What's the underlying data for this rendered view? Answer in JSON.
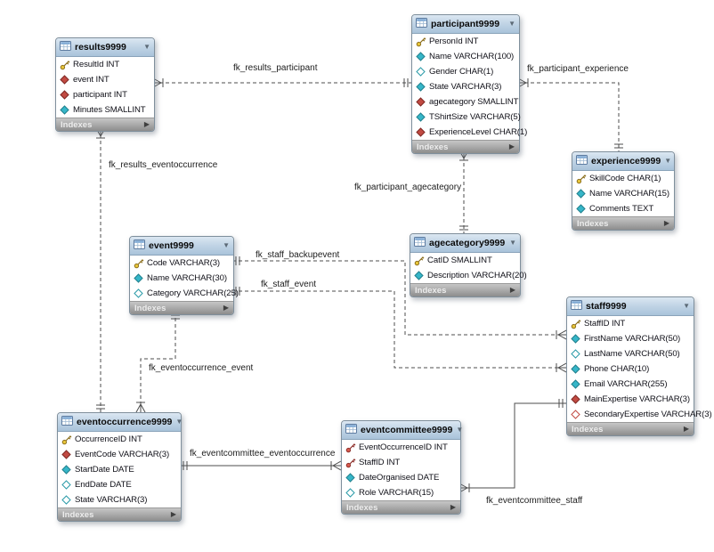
{
  "tables": [
    {
      "name": "results9999",
      "footer": "Indexes",
      "columns": [
        {
          "type": "primary-key",
          "label": "ResultId INT"
        },
        {
          "type": "foreign-key",
          "label": "event INT"
        },
        {
          "type": "foreign-key",
          "label": "participant INT"
        },
        {
          "type": "attribute",
          "label": "Minutes SMALLINT"
        }
      ]
    },
    {
      "name": "participant9999",
      "footer": "Indexes",
      "columns": [
        {
          "type": "primary-key",
          "label": "PersonId INT"
        },
        {
          "type": "attribute",
          "label": "Name VARCHAR(100)"
        },
        {
          "type": "attribute-nullable",
          "label": "Gender CHAR(1)"
        },
        {
          "type": "attribute",
          "label": "State VARCHAR(3)"
        },
        {
          "type": "foreign-key",
          "label": "agecategory SMALLINT"
        },
        {
          "type": "attribute",
          "label": "TShirtSize VARCHAR(5)"
        },
        {
          "type": "foreign-key",
          "label": "ExperienceLevel CHAR(1)"
        }
      ]
    },
    {
      "name": "experience9999",
      "footer": "Indexes",
      "columns": [
        {
          "type": "primary-key",
          "label": "SkillCode CHAR(1)"
        },
        {
          "type": "attribute",
          "label": "Name VARCHAR(15)"
        },
        {
          "type": "attribute",
          "label": "Comments TEXT"
        }
      ]
    },
    {
      "name": "event9999",
      "footer": "Indexes",
      "columns": [
        {
          "type": "primary-key",
          "label": "Code VARCHAR(3)"
        },
        {
          "type": "attribute",
          "label": "Name VARCHAR(30)"
        },
        {
          "type": "attribute-nullable",
          "label": "Category VARCHAR(25)"
        }
      ]
    },
    {
      "name": "agecategory9999",
      "footer": "Indexes",
      "columns": [
        {
          "type": "primary-key",
          "label": "CatID SMALLINT"
        },
        {
          "type": "attribute",
          "label": "Description VARCHAR(20)"
        }
      ]
    },
    {
      "name": "staff9999",
      "footer": "Indexes",
      "columns": [
        {
          "type": "primary-key",
          "label": "StaffID INT"
        },
        {
          "type": "attribute",
          "label": "FirstName VARCHAR(50)"
        },
        {
          "type": "attribute-nullable",
          "label": "LastName VARCHAR(50)"
        },
        {
          "type": "attribute",
          "label": "Phone CHAR(10)"
        },
        {
          "type": "attribute",
          "label": "Email VARCHAR(255)"
        },
        {
          "type": "foreign-key",
          "label": "MainExpertise VARCHAR(3)"
        },
        {
          "type": "foreign-key-nullable",
          "label": "SecondaryExpertise VARCHAR(3)"
        }
      ]
    },
    {
      "name": "eventoccurrence9999",
      "footer": "Indexes",
      "columns": [
        {
          "type": "primary-key",
          "label": "OccurrenceID INT"
        },
        {
          "type": "foreign-key",
          "label": "EventCode VARCHAR(3)"
        },
        {
          "type": "attribute",
          "label": "StartDate DATE"
        },
        {
          "type": "attribute-nullable",
          "label": "EndDate DATE"
        },
        {
          "type": "attribute-nullable",
          "label": "State VARCHAR(3)"
        }
      ]
    },
    {
      "name": "eventcommittee9999",
      "footer": "Indexes",
      "columns": [
        {
          "type": "primary-foreign-key",
          "label": "EventOccurrenceID INT"
        },
        {
          "type": "primary-foreign-key",
          "label": "StaffID INT"
        },
        {
          "type": "attribute",
          "label": "DateOrganised DATE"
        },
        {
          "type": "attribute-nullable",
          "label": "Role VARCHAR(15)"
        }
      ]
    }
  ],
  "relationships": [
    {
      "id": "fk_results_participant",
      "label": "fk_results_participant",
      "style": "dashed",
      "many_end": "results9999",
      "one_end": "participant9999"
    },
    {
      "id": "fk_participant_experience",
      "label": "fk_participant_experience",
      "style": "dashed",
      "many_end": "participant9999",
      "one_end": "experience9999"
    },
    {
      "id": "fk_results_eventoccurrence",
      "label": "fk_results_eventoccurrence",
      "style": "dashed",
      "many_end": "results9999",
      "one_end": "eventoccurrence9999"
    },
    {
      "id": "fk_participant_agecategory",
      "label": "fk_participant_agecategory",
      "style": "dashed",
      "many_end": "participant9999",
      "one_end": "agecategory9999"
    },
    {
      "id": "fk_staff_backupevent",
      "label": "fk_staff_backupevent",
      "style": "dashed",
      "many_end": "staff9999",
      "one_end": "event9999"
    },
    {
      "id": "fk_staff_event",
      "label": "fk_staff_event",
      "style": "dashed",
      "many_end": "staff9999",
      "one_end": "event9999"
    },
    {
      "id": "fk_eventoccurrence_event",
      "label": "fk_eventoccurrence_event",
      "style": "dashed",
      "many_end": "eventoccurrence9999",
      "one_end": "event9999"
    },
    {
      "id": "fk_eventcommittee_eventoccurrence",
      "label": "fk_eventcommittee_eventoccurrence",
      "style": "solid",
      "many_end": "eventcommittee9999",
      "one_end": "eventoccurrence9999"
    },
    {
      "id": "fk_eventcommittee_staff",
      "label": "fk_eventcommittee_staff",
      "style": "solid",
      "many_end": "eventcommittee9999",
      "one_end": "staff9999"
    }
  ],
  "colors": {
    "table_header_blue": "#b3c9de",
    "table_footer_gray": "#9a9a9a",
    "primary_key_gold": "#e8c63a",
    "foreign_key_red": "#c14a42",
    "attribute_teal": "#36b6c8",
    "pk_fk_red_key": "#d85c50",
    "connector_line": "#4c4c4c"
  }
}
